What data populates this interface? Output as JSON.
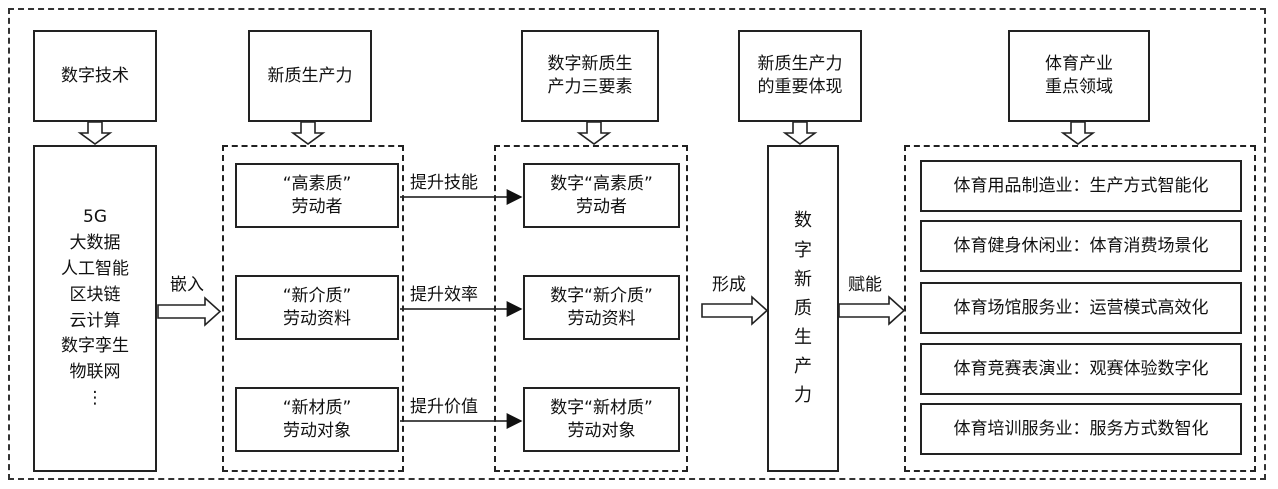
{
  "columns": {
    "digital_tech": {
      "header": "数字技术",
      "items": [
        "5G",
        "大数据",
        "人工智能",
        "区块链",
        "云计算",
        "数字孪生",
        "物联网",
        "⋮"
      ]
    },
    "new_productivity": {
      "header": "新质生产力",
      "items": [
        {
          "line1": "“高素质”",
          "line2": "劳动者"
        },
        {
          "line1": "“新介质”",
          "line2": "劳动资料"
        },
        {
          "line1": "“新材质”",
          "line2": "劳动对象"
        }
      ]
    },
    "three_elements": {
      "header_line1": "数字新质生",
      "header_line2": "产力三要素",
      "items": [
        {
          "line1": "数字“高素质”",
          "line2": "劳动者"
        },
        {
          "line1": "数字“新介质”",
          "line2": "劳动资料"
        },
        {
          "line1": "数字“新材质”",
          "line2": "劳动对象"
        }
      ]
    },
    "manifestation": {
      "header_line1": "新质生产力",
      "header_line2": "的重要体现",
      "vertical_chars": [
        "数",
        "字",
        "新",
        "质",
        "生",
        "产",
        "力"
      ]
    },
    "sports_fields": {
      "header_line1": "体育产业",
      "header_line2": "重点领域",
      "items": [
        "体育用品制造业：生产方式智能化",
        "体育健身休闲业：体育消费场景化",
        "体育场馆服务业：运营模式高效化",
        "体育竞赛表演业：观赛体验数字化",
        "体育培训服务业：服务方式数智化"
      ]
    }
  },
  "edge_labels": {
    "embed": "嵌入",
    "skill": "提升技能",
    "efficiency": "提升效率",
    "value": "提升价值",
    "form": "形成",
    "empower": "赋能"
  }
}
